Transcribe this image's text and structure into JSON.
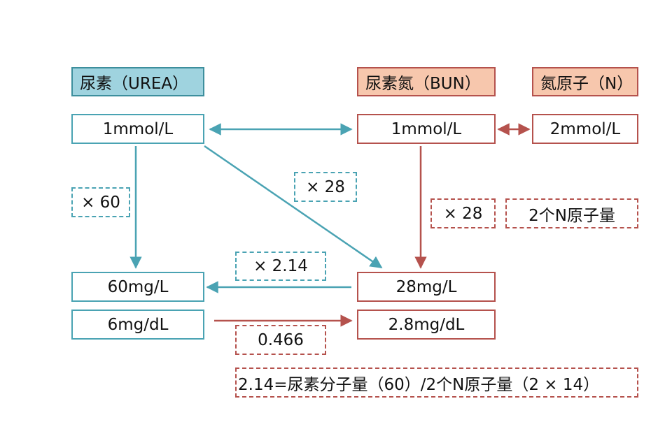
{
  "headers": {
    "urea": "尿素（UREA）",
    "bun": "尿素氮（BUN）",
    "n_atom": "氮原子（N）"
  },
  "values": {
    "urea_mmol": "1mmol/L",
    "bun_mmol": "1mmol/L",
    "n_mmol": "2mmol/L",
    "urea_mg_l": "60mg/L",
    "urea_mg_dl": "6mg/dL",
    "bun_mg_l": "28mg/L",
    "bun_mg_dl": "2.8mg/dL"
  },
  "factors": {
    "x60": "× 60",
    "x28_diag": "× 28",
    "x28": "× 28",
    "two_n_mass": "2个N原子量",
    "x2_14": "× 2.14",
    "f0_466": "0.466"
  },
  "note": "2.14=尿素分子量（60）/2个N原子量（2 × 14）",
  "colors": {
    "teal": "#4aa3b3",
    "red": "#b5524d",
    "teal_header_fill": "#9fd3df",
    "red_header_fill": "#f7c7ad"
  }
}
